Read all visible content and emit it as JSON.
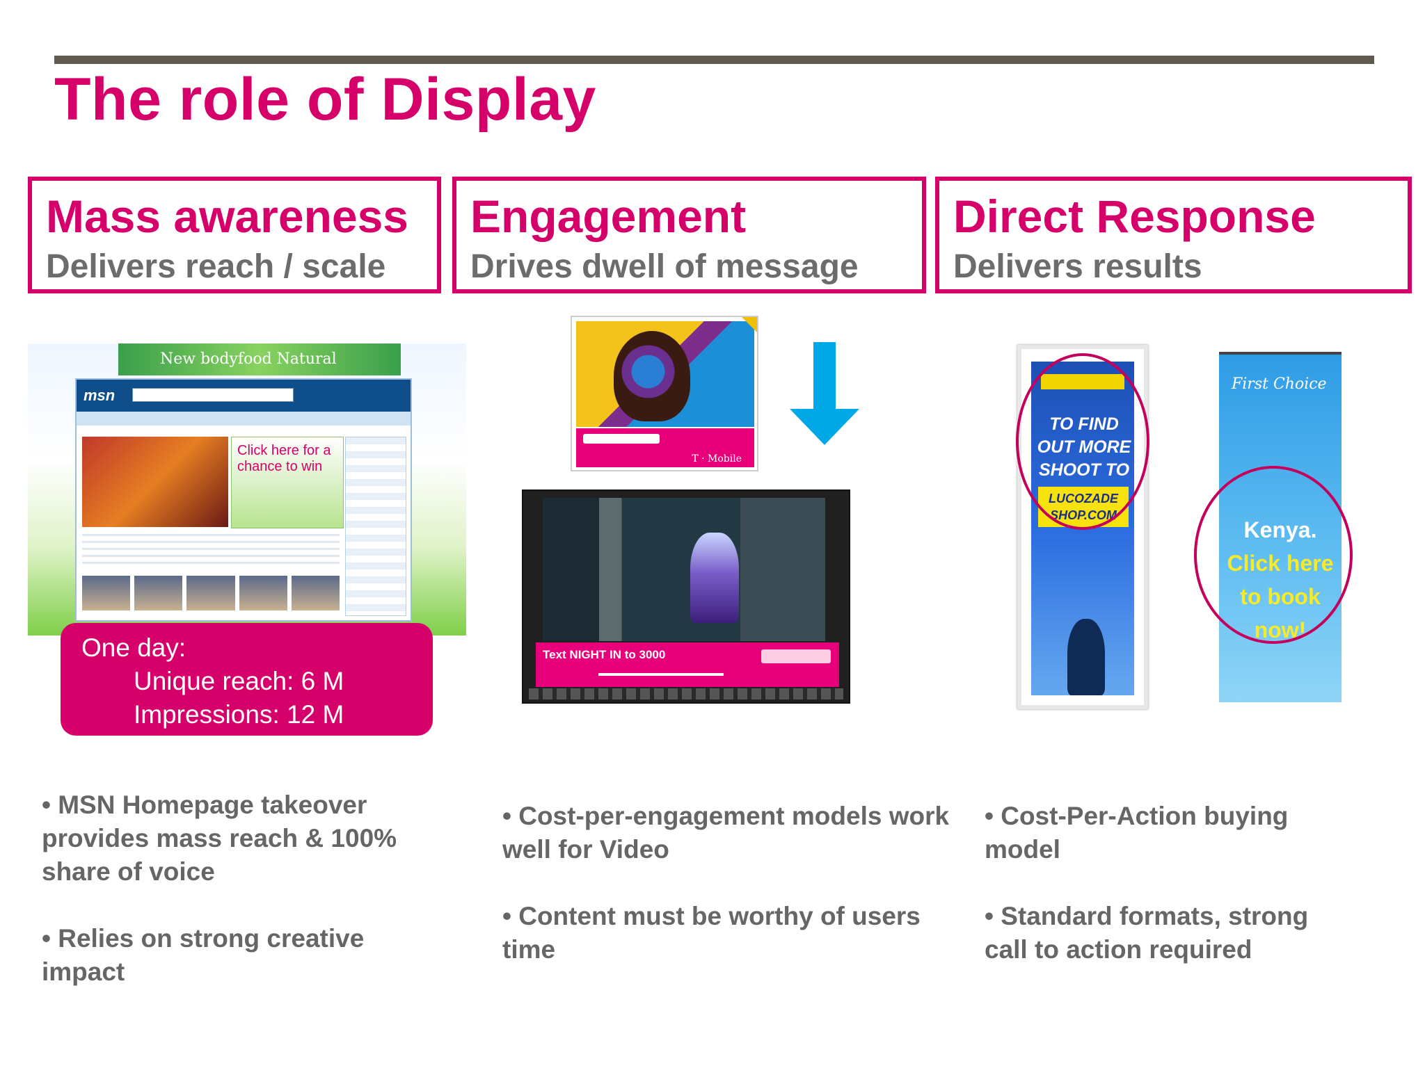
{
  "slide": {
    "title": "The role of Display"
  },
  "colors": {
    "accent": "#d6006b",
    "rule": "#5e5a50",
    "body_text": "#666666"
  },
  "categories": [
    {
      "title": "Mass awareness",
      "subtitle": "Delivers reach / scale"
    },
    {
      "title": "Engagement",
      "subtitle": "Drives dwell of message"
    },
    {
      "title": "Direct Response",
      "subtitle": "Delivers results"
    }
  ],
  "mass": {
    "stats_heading": "One day:",
    "unique_reach": "Unique reach: 6 M",
    "impressions": "Impressions: 12 M",
    "msn_logo": "msn",
    "msn_banner": "New bodyfood Natural",
    "msn_ad": "Click here for a chance to win",
    "bullets": [
      "• MSN Homepage takeover provides mass reach & 100% share of voice",
      "• Relies on strong creative impact"
    ]
  },
  "engagement": {
    "video_caption": "Text NIGHT IN to 3000",
    "brand": "T · Mobile",
    "arrow_icon": "down-arrow-icon",
    "bullets": [
      "• Cost-per-engagement models work well for Video",
      "• Content must be worthy of users time"
    ]
  },
  "direct": {
    "lucozade_text": "TO FIND OUT MORE SHOOT TO",
    "lucozade_shop": "LUCOZADE SHOP.COM",
    "firstchoice_logo": "First Choice",
    "firstchoice_kenya": "Kenya.",
    "firstchoice_cta": "Click here to book now!",
    "bullets": [
      "• Cost-Per-Action buying model",
      "• Standard formats, strong call to action required"
    ]
  }
}
